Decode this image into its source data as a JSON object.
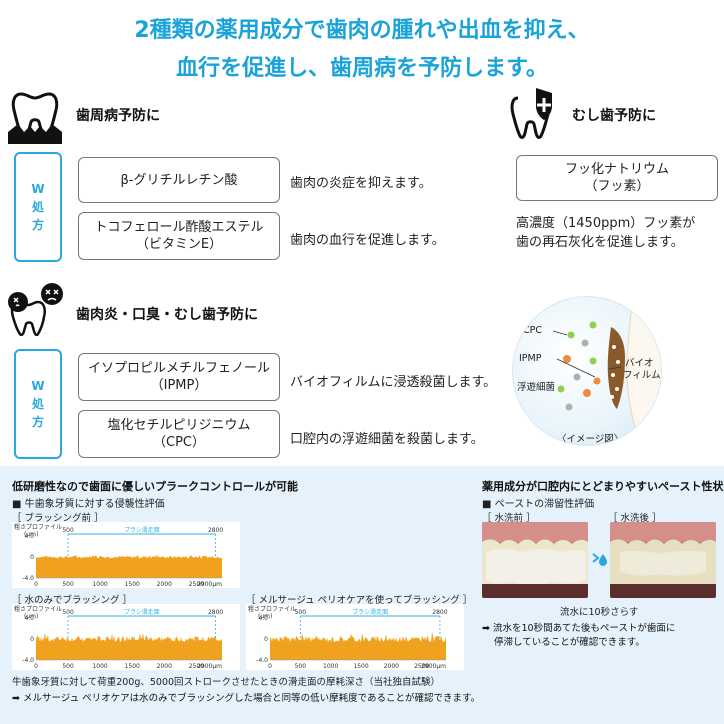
{
  "headline": {
    "line1": "2種類の薬用成分で歯肉の腫れや出血を抑え、",
    "line2": "血行を促進し、歯周病を予防します。"
  },
  "section_periodontal": {
    "title": "歯周病予防に",
    "w_label": [
      "W",
      "処",
      "方"
    ],
    "ingredients": [
      {
        "name_line1": "β-グリチルレチン酸",
        "name_line2": "",
        "description": "歯肉の炎症を抑えます。"
      },
      {
        "name_line1": "トコフェロール酢酸エステル",
        "name_line2": "（ビタミンE）",
        "description": "歯肉の血行を促進します。"
      }
    ]
  },
  "section_caries": {
    "title": "むし歯予防に",
    "ingredient_line1": "フッ化ナトリウム",
    "ingredient_line2": "（フッ素）",
    "desc_line1": "高濃度（1450ppm）フッ素が",
    "desc_line2": "歯の再石灰化を促進します。"
  },
  "section_gingivitis": {
    "title": "歯肉炎・口臭・むし歯予防に",
    "w_label": [
      "W",
      "処",
      "方"
    ],
    "ingredients": [
      {
        "name_line1": "イソプロピルメチルフェノール",
        "name_line2": "（IPMP）",
        "description": "バイオフィルムに浸透殺菌します。"
      },
      {
        "name_line1": "塩化セチルピリジニウム",
        "name_line2": "（CPC）",
        "description": "口腔内の浮遊細菌を殺菌します。"
      }
    ]
  },
  "image_labels": {
    "cpc": "CPC",
    "ipmp": "IPMP",
    "floating": "浮遊細菌",
    "biofilm_line1": "バイオ",
    "biofilm_line2": "フィルム",
    "caption": "〈イメージ図〉"
  },
  "abrasion": {
    "title": "低研磨性なので歯面に優しいプラークコントロールが可能",
    "subtitle": "■ 牛歯象牙質に対する侵襲性評価",
    "tag_before": "［ ブラッシング前 ］",
    "tag_water": "［ 水のみでブラッシング ］",
    "tag_product": "［ メルサージュ ペリオケアを使ってブラッシング ］",
    "axis_label": "粗さプロファイル",
    "axis_unit": "(μm)",
    "y_ticks": [
      "4.0",
      "0",
      "-4.0"
    ],
    "x_ticks": [
      "0",
      "500",
      "1000",
      "1500",
      "2000",
      "2500",
      "2900μm"
    ],
    "range_start": "500",
    "range_end": "2800",
    "range_label": "ブラシ滑走面",
    "note": "牛歯象牙質に対して荷重200g、5000回ストロークさせたときの滑走面の摩耗深さ（当社独自試験）",
    "conclusion": "➡ メルサージュ ペリオケアは水のみでブラッシングした場合と同等の低い摩耗度であることが確認できます。"
  },
  "retention": {
    "title": "薬用成分が口腔内にとどまりやすいペースト性状",
    "subtitle": "■ ペーストの滞留性評価",
    "tag_before": "［ 水洗前 ］",
    "tag_after": "［ 水洗後 ］",
    "caption": "流水に10秒さらす",
    "conclusion_line1": "➡ 流水を10秒間あてた後もペーストが歯面に",
    "conclusion_line2": "停滞していることが確認できます。"
  },
  "colors": {
    "accent": "#1aa3d9",
    "chart_fill": "#f0a11e",
    "range_line": "#2fb3e0",
    "panel_bg": "#e6f2fb"
  }
}
